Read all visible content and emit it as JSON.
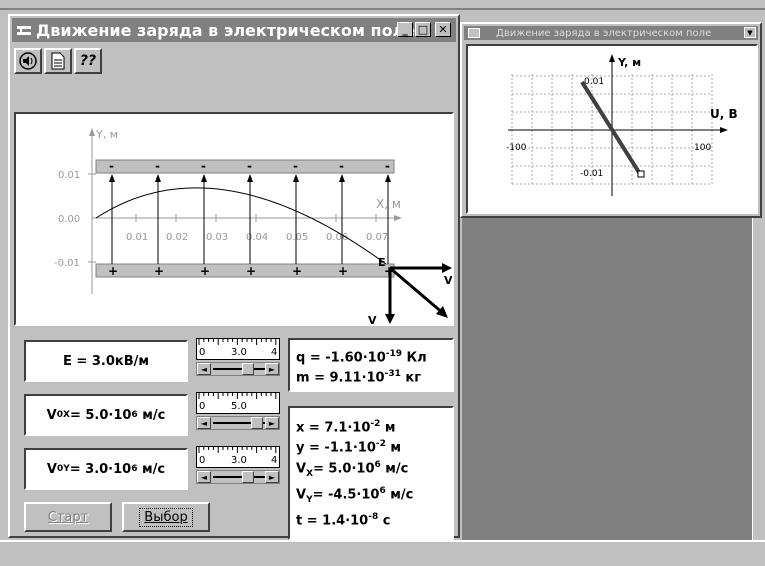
{
  "main_window": {
    "title": "Движение заряда в электрическом поле",
    "minimize": "_",
    "maximize": "□",
    "close": "✕"
  },
  "toolbar": {
    "sound_icon": "speaker-icon",
    "doc_icon": "document-icon",
    "help_label": "?"
  },
  "plot": {
    "y_label": "Y, м",
    "x_label": "X, м",
    "y_ticks": [
      "0.01",
      "0.00",
      "-0.01"
    ],
    "x_ticks": [
      "0.01",
      "0.02",
      "0.03",
      "0.04",
      "0.05",
      "0.06",
      "0.07"
    ],
    "plate_top_sign": "-",
    "plate_bottom_sign": "+",
    "e_label": "E",
    "vx_label": "V",
    "vy_label": "V"
  },
  "controls": {
    "e": {
      "label": "E = 3.0кВ/м",
      "scale_min": "0",
      "scale_value": "3.0",
      "scale_max": "4",
      "fraction": 0.75
    },
    "v0x": {
      "label_main": "V",
      "label_sub": "0X",
      "label_rest": "= 5.0·10",
      "label_sup": "6",
      "label_unit": "м/с",
      "scale_min": "0",
      "scale_value": "5.0",
      "fraction": 1.0
    },
    "v0y": {
      "label_main": "V",
      "label_sub": "0Y",
      "label_rest": "= 3.0·10",
      "label_sup": "6",
      "label_unit": "м/с",
      "scale_min": "0",
      "scale_value": "3.0",
      "scale_max": "4",
      "fraction": 0.75
    }
  },
  "particle": {
    "q_text": "q  = -1.60·10",
    "q_exp": "-19",
    "q_unit": "Кл",
    "m_text": "m = 9.11·10",
    "m_exp": "-31",
    "m_unit": "кг"
  },
  "results": {
    "x_text": "x  = 7.1·10",
    "x_exp": "-2",
    "x_unit": "м",
    "y_text": "y  = -1.1·10",
    "y_exp": "-2",
    "y_unit": "м",
    "vx_text": "V",
    "vx_sub": "X",
    "vx_rest": "= 5.0·10",
    "vx_exp": "6",
    "vx_unit": "м/с",
    "vy_text": "V",
    "vy_sub": "Y",
    "vy_rest": "= -4.5·10",
    "vy_exp": "6",
    "vy_unit": "м/с",
    "t_text": "t  = 1.4·10",
    "t_exp": "-8",
    "t_unit": "с"
  },
  "buttons": {
    "start": "Старт",
    "select": "Выбор"
  },
  "second_window": {
    "title": "Движение заряда в электрическом поле",
    "y_label": "Y, м",
    "x_label": "U, В",
    "y_tick_top": "0.01",
    "y_tick_bottom": "-0.01",
    "x_tick_left": "-100",
    "x_tick_right": "100"
  }
}
